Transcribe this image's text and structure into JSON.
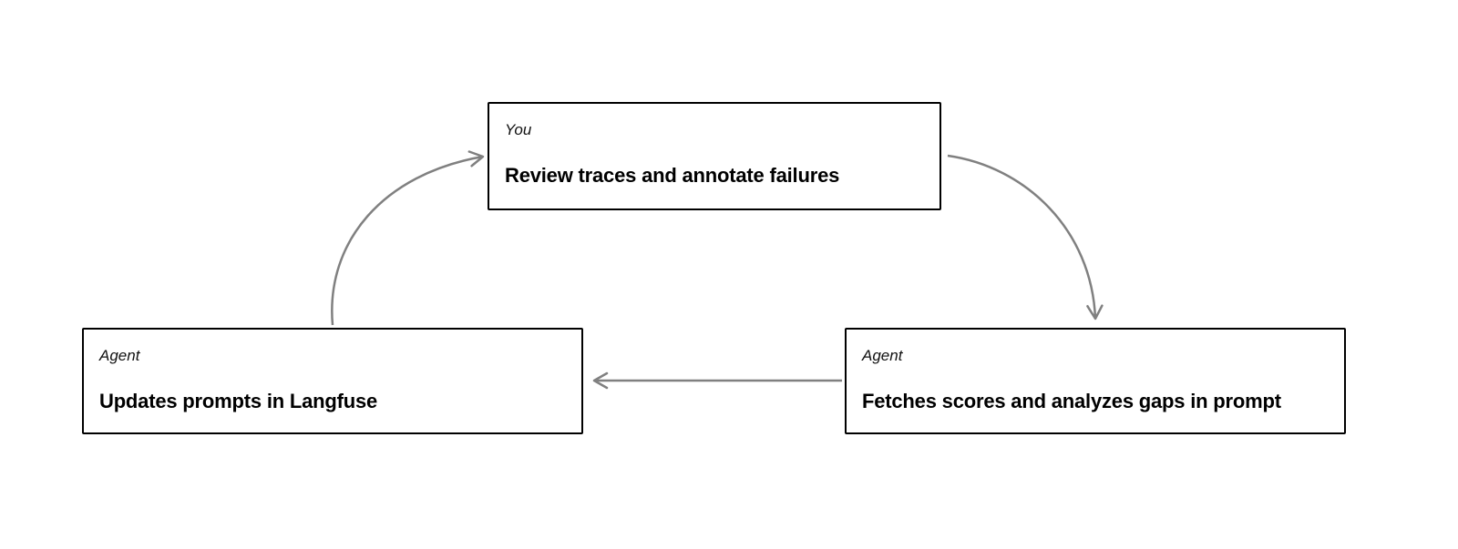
{
  "diagram": {
    "colors": {
      "arrow": "#808080",
      "node_border": "#000000",
      "background": "#ffffff",
      "text": "#000000"
    },
    "nodes": {
      "review": {
        "role": "You",
        "label": "Review traces and annotate failures"
      },
      "fetch": {
        "role": "Agent",
        "label": "Fetches scores and analyzes gaps in prompt"
      },
      "update": {
        "role": "Agent",
        "label": "Updates prompts in Langfuse"
      }
    }
  }
}
